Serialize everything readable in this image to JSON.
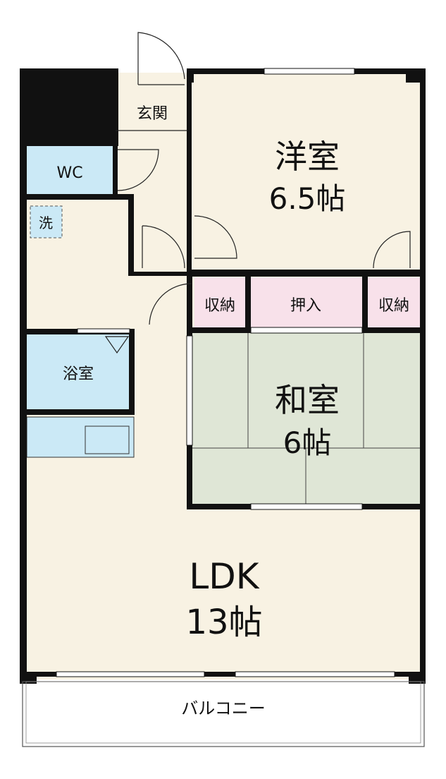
{
  "rooms": {
    "genkan": "玄関",
    "wc": "WC",
    "sen": "洗",
    "youshitsu_name": "洋室",
    "youshitsu_size": "6.5帖",
    "shuno_left": "収納",
    "oshiire": "押入",
    "shuno_right": "収納",
    "washitsu_name": "和室",
    "washitsu_size": "6帖",
    "yokushitsu": "浴室",
    "ldk_name": "LDK",
    "ldk_size": "13帖",
    "balcony": "バルコニー"
  },
  "colors": {
    "floor": "#f8f2e3",
    "wet": "#cbe9f6",
    "tatami": "#dfe6d6",
    "storage": "#f8e1ea",
    "wall": "#111111"
  }
}
